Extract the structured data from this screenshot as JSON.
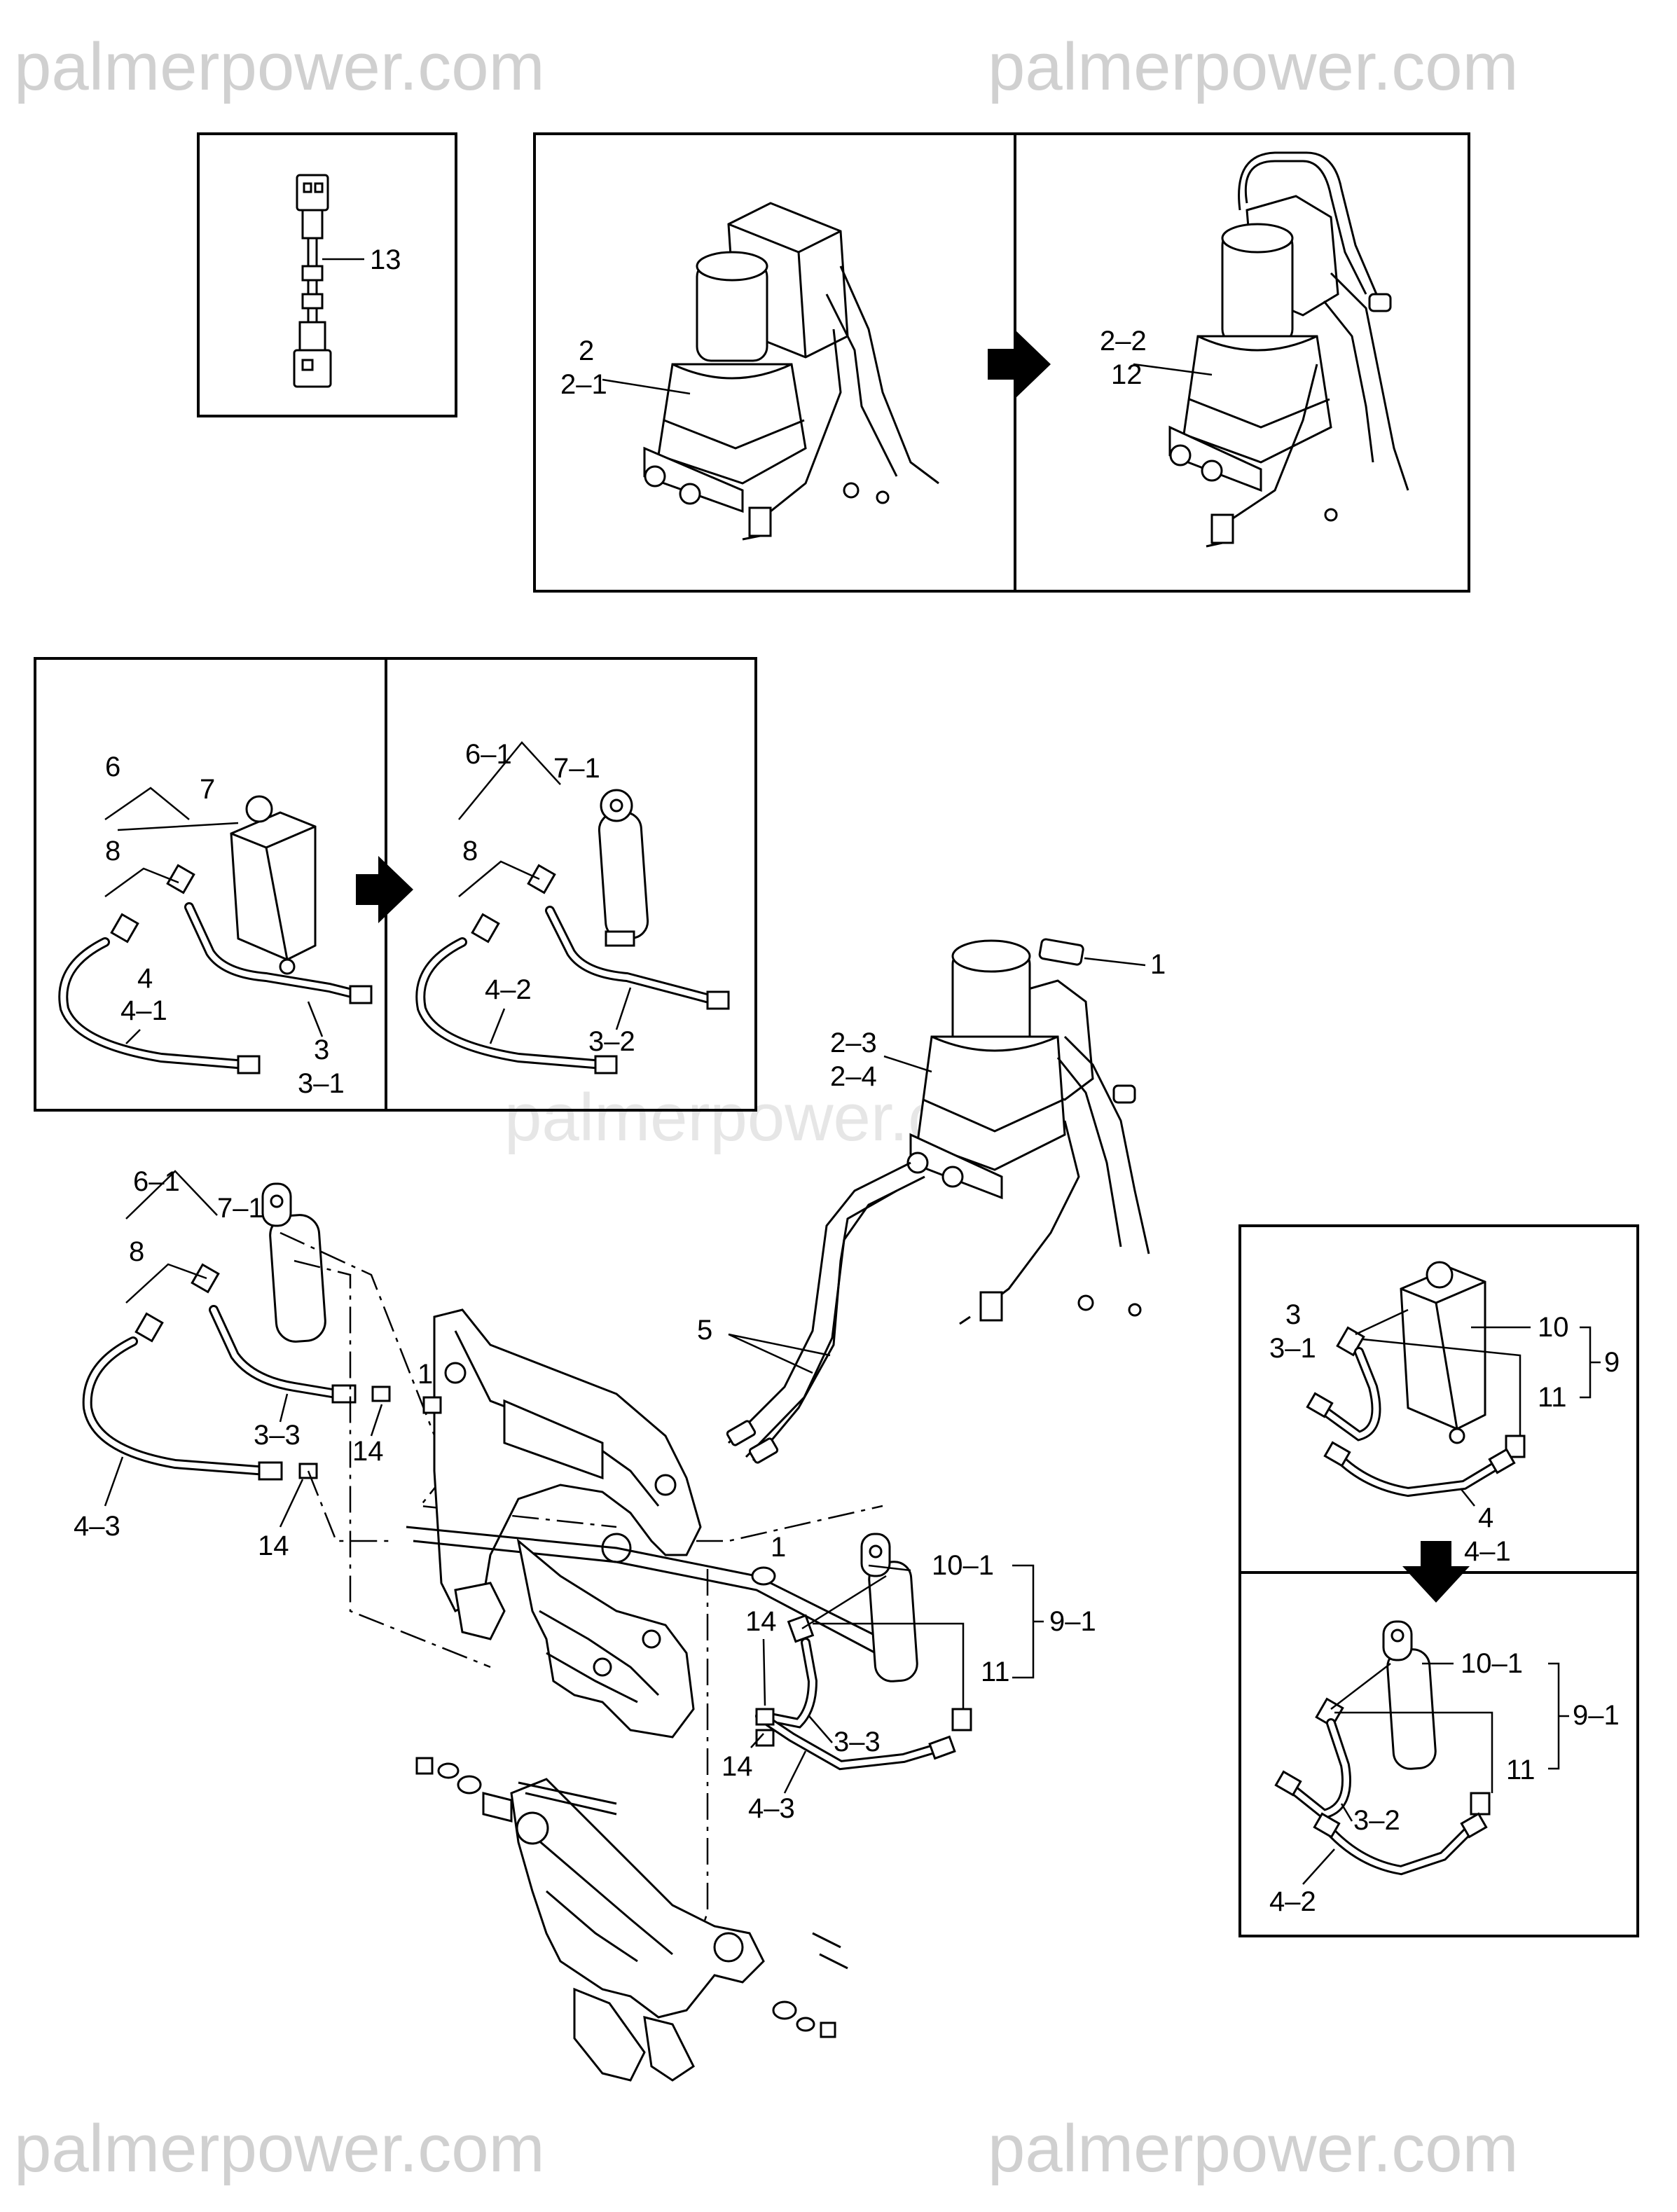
{
  "watermarks": {
    "top_left": "palmerpower.com",
    "top_right": "palmerpower.com",
    "middle": "palmerpower.com",
    "bottom_left": "palmerpower.com",
    "bottom_right": "palmerpower.com"
  },
  "callouts": {
    "harness_13": "13",
    "pump_old_a": "2",
    "pump_old_b": "2–1",
    "pump_new_a": "2–2",
    "pump_new_b": "12",
    "cyl_old_set": "6",
    "cyl_old_cyl": "7",
    "cyl_old_fitting": "8",
    "cyl_old_hose_a": "4",
    "cyl_old_hose_b": "4–1",
    "cyl_old_hose2_a": "3",
    "cyl_old_hose2_b": "3–1",
    "cyl_new_set": "6–1",
    "cyl_new_cyl": "7–1",
    "cyl_new_fitting": "8",
    "cyl_new_hose": "4–2",
    "cyl_new_hose2": "3–2",
    "main_label": "1",
    "main_pump_a": "2–3",
    "main_pump_b": "2–4",
    "main_set": "6–1",
    "main_cyl": "7–1",
    "main_fitting": "8",
    "main_hose_33": "3–3",
    "main_hose_43": "4–3",
    "main_fit14_a": "14",
    "main_fit14_b": "14",
    "main_pipes": "5",
    "main_pin_a": "1",
    "main_pin_b": "1",
    "main_cyl_101": "10–1",
    "main_set_91": "9–1",
    "main_fit_11": "11",
    "main_fit14_c": "14",
    "main_fit14_d": "14",
    "main_hose_33b": "3–3",
    "main_hose_43b": "4–3",
    "right_hose_a": "3",
    "right_hose_b": "3–1",
    "right_cyl_10": "10",
    "right_set_9": "9",
    "right_fit_11": "11",
    "right_hose2_a": "4",
    "right_hose2_b": "4–1",
    "right_cyl_101": "10–1",
    "right_set_91": "9–1",
    "right_fit_11b": "11",
    "right_hose_32": "3–2",
    "right_hose_42": "4–2"
  }
}
